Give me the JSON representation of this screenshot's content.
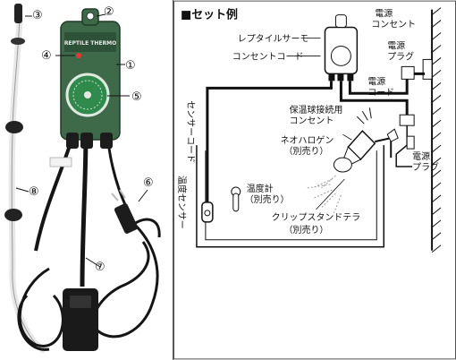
{
  "callouts": {
    "n1": "①",
    "n2": "②",
    "n3": "③",
    "n4": "④",
    "n5": "⑤",
    "n6": "⑥",
    "n7": "⑦",
    "n8": "⑧"
  },
  "device": {
    "brand": "REPTILE THERMO"
  },
  "diagram": {
    "title": "■セット例",
    "reptile_thermo": "レプタイルサーモ",
    "outlet_cord": "コンセントコード",
    "power_outlet_1": "電源",
    "power_outlet_2": "コンセント",
    "power_plug_1": "電源",
    "power_plug_2": "プラグ",
    "power_cord_1": "電源",
    "power_cord_2": "コード",
    "sensor_cord": "センサーコード",
    "bulb_outlet_1": "保温球接続用",
    "bulb_outlet_2": "コンセント",
    "neo_halogen_1": "ネオハロゲン",
    "neo_halogen_2": "（別売り）",
    "small_plug_1": "電源",
    "small_plug_2": "プラグ",
    "temp_sensor": "温度センサー",
    "thermometer_1": "温度計",
    "thermometer_2": "（別売り）",
    "clip_stand_1": "クリップスタンドテラ",
    "clip_stand_2": "（別売り）"
  },
  "colors": {
    "device_green": "#3f6a4a",
    "dial_green": "#2f8a4c",
    "cable_black": "#1a1a1a"
  }
}
